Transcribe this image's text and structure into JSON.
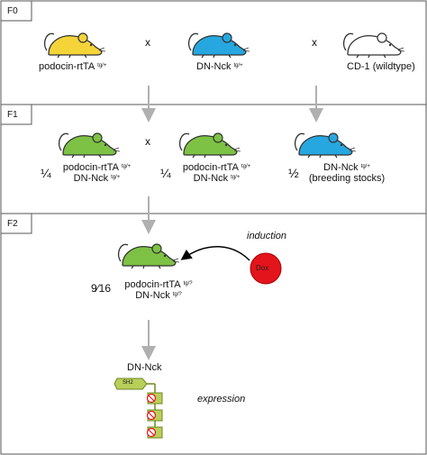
{
  "generations": {
    "f0": "F0",
    "f1": "F1",
    "f2": "F2"
  },
  "cross_symbol": "x",
  "f0": {
    "mouse1": {
      "name": "podocin-rtTA",
      "genotype": "tg/+",
      "color": "#f5d43a"
    },
    "mouse2": {
      "name": "DN-Nck",
      "genotype": "tg/+",
      "color": "#27a7e0"
    },
    "mouse3": {
      "name": "CD-1 (wildtype)",
      "color": "#ffffff"
    }
  },
  "f1": {
    "mouse1": {
      "fraction": "¼",
      "line1": "podocin-rtTA",
      "line1_genotype": "tg/+",
      "line2": "DN-Nck",
      "line2_genotype": "tg/+",
      "color": "#7dc244"
    },
    "mouse2": {
      "fraction": "¼",
      "line1": "podocin-rtTA",
      "line1_genotype": "tg/+",
      "line2": "DN-Nck",
      "line2_genotype": "tg/+",
      "color": "#7dc244"
    },
    "mouse3": {
      "fraction": "½",
      "line1": "DN-Nck",
      "line1_genotype": "tg/+",
      "line2": "(breeding stocks)",
      "color": "#27a7e0"
    }
  },
  "f2": {
    "mouse": {
      "fraction": "9⁄16",
      "line1": "podocin-rtTA",
      "line1_genotype": "tg/?",
      "line2": "DN-Nck",
      "line2_genotype": "tg/?",
      "color": "#7dc244"
    },
    "induction": "induction",
    "dox": {
      "label": "Dox",
      "color": "#e3141b"
    }
  },
  "protein": {
    "title": "DN-Nck",
    "domain_label": "SH2",
    "expression": "expression"
  }
}
